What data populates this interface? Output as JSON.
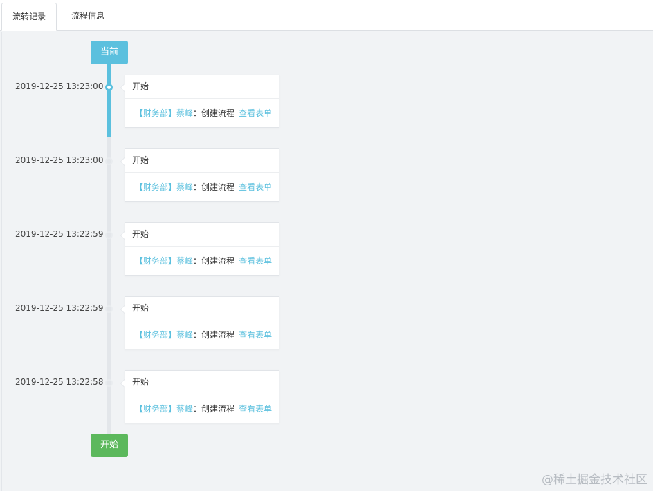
{
  "tabs": [
    {
      "label": "流转记录",
      "active": true
    },
    {
      "label": "流程信息",
      "active": false
    }
  ],
  "badges": {
    "current": "当前",
    "start": "开始"
  },
  "entries": [
    {
      "time": "2019-12-25 13:23:00",
      "title": "开始",
      "department": "【财务部】",
      "person": "蔡峰",
      "separator": "：",
      "action": "创建流程",
      "link": "查看表单",
      "active": true
    },
    {
      "time": "2019-12-25 13:23:00",
      "title": "开始",
      "department": "【财务部】",
      "person": "蔡峰",
      "separator": "：",
      "action": "创建流程",
      "link": "查看表单",
      "active": false
    },
    {
      "time": "2019-12-25 13:22:59",
      "title": "开始",
      "department": "【财务部】",
      "person": "蔡峰",
      "separator": "：",
      "action": "创建流程",
      "link": "查看表单",
      "active": false
    },
    {
      "time": "2019-12-25 13:22:59",
      "title": "开始",
      "department": "【财务部】",
      "person": "蔡峰",
      "separator": "：",
      "action": "创建流程",
      "link": "查看表单",
      "active": false
    },
    {
      "time": "2019-12-25 13:22:58",
      "title": "开始",
      "department": "【财务部】",
      "person": "蔡峰",
      "separator": "：",
      "action": "创建流程",
      "link": "查看表单",
      "active": false
    }
  ],
  "colors": {
    "accent": "#5bc0de",
    "start_green": "#5cb85c",
    "rail_gray": "#e3e6ea",
    "background": "#f1f3f5"
  },
  "watermark": "@稀土掘金技术社区"
}
